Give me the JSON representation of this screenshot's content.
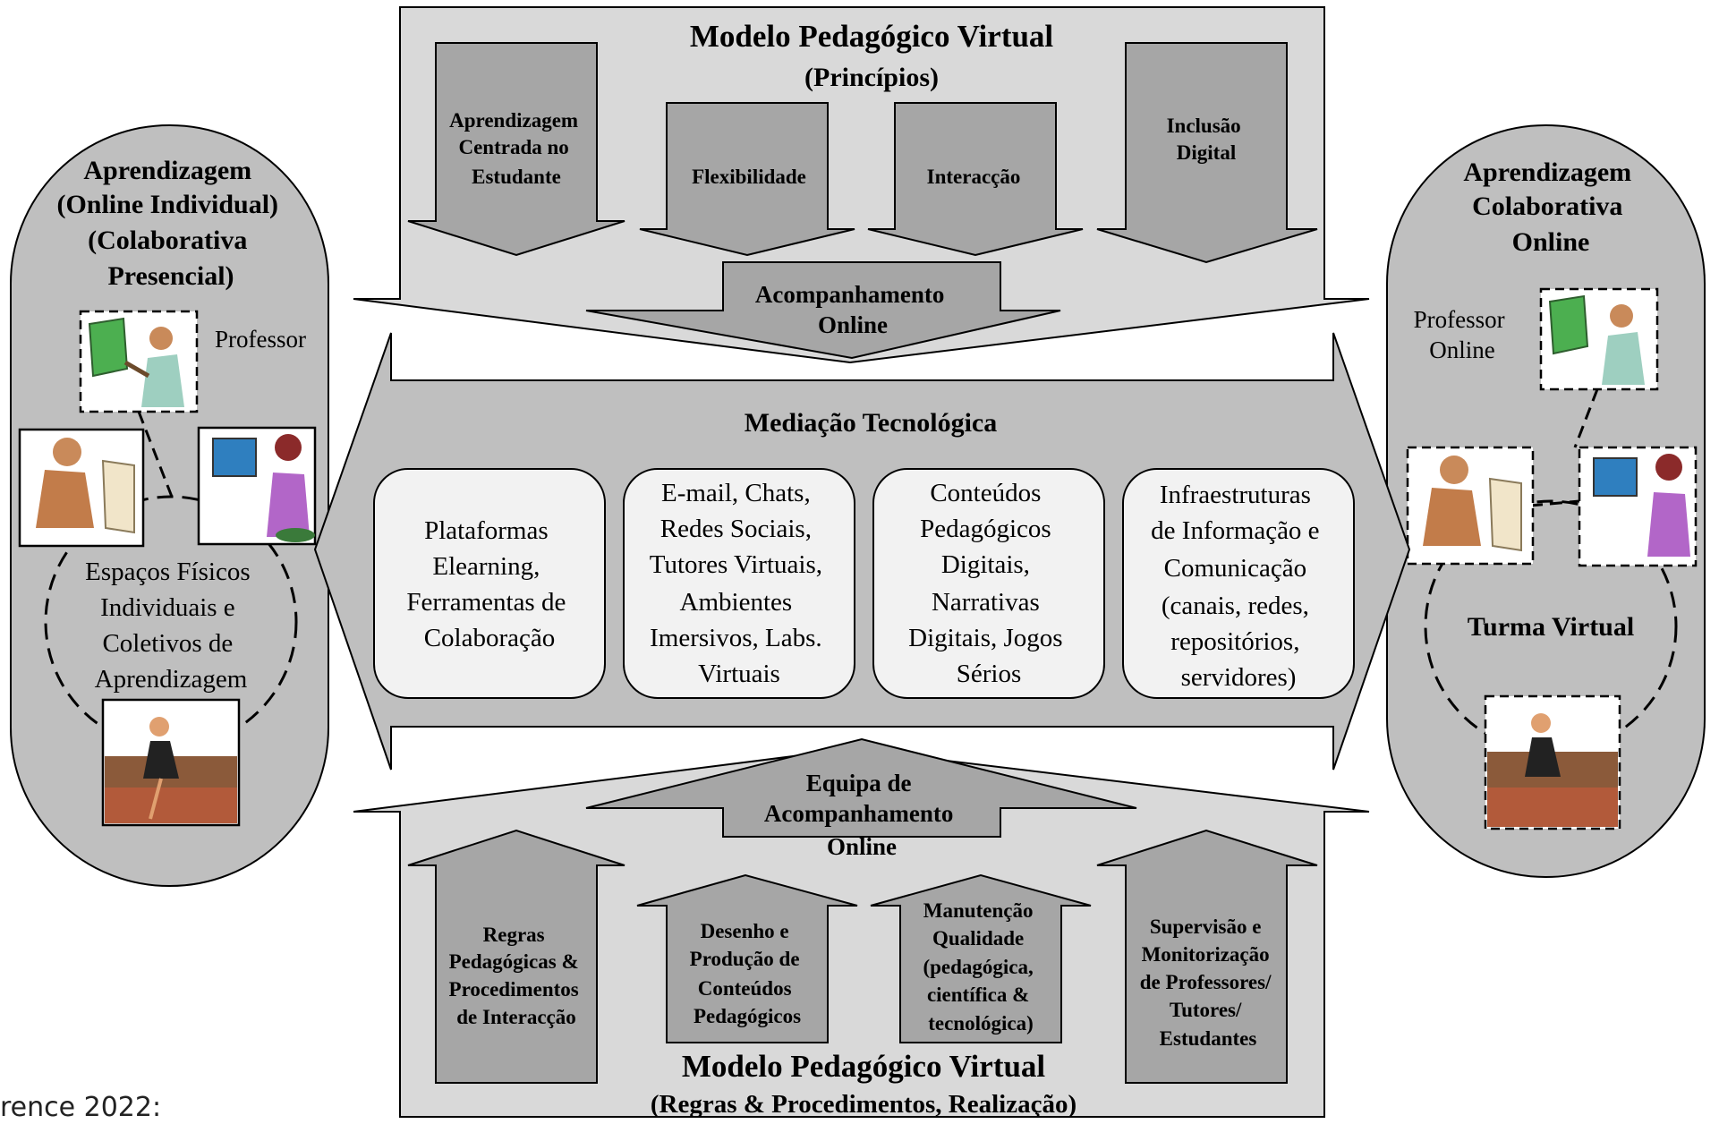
{
  "top_model": {
    "title": "Modelo Pedagógico Virtual",
    "subtitle": "(Princípios)",
    "principles": [
      [
        "Aprendizagem",
        "Centrada no",
        "Estudante"
      ],
      [
        "Flexibilidade"
      ],
      [
        "Interacção"
      ],
      [
        "Inclusão",
        "Digital"
      ]
    ],
    "center": [
      "Acompanhamento",
      "Online"
    ]
  },
  "left_panel": {
    "title": [
      "Aprendizagem",
      "(Online Individual)",
      "(Colaborativa",
      "Presencial)"
    ],
    "professor_label": "Professor",
    "circle_text": [
      "Espaços Físicos",
      "Individuais e",
      "Coletivos de",
      "Aprendizagem"
    ]
  },
  "right_panel": {
    "title": [
      "Aprendizagem",
      "Colaborativa",
      "Online"
    ],
    "professor_label": [
      "Professor",
      "Online"
    ],
    "circle_text": "Turma Virtual"
  },
  "mediation": {
    "title": "Mediação Tecnológica",
    "boxes": [
      [
        "Plataformas",
        "Elearning,",
        "Ferramentas de",
        "Colaboração"
      ],
      [
        "E-mail, Chats,",
        "Redes Sociais,",
        "Tutores Virtuais,",
        "Ambientes",
        "Imersivos, Labs.",
        "Virtuais"
      ],
      [
        "Conteúdos",
        "Pedagógicos",
        "Digitais,",
        "Narrativas",
        "Digitais, Jogos",
        "Sérios"
      ],
      [
        "Infraestruturas",
        "de Informação e",
        "Comunicação",
        "(canais, redes,",
        "repositórios,",
        "servidores)"
      ]
    ]
  },
  "bottom_model": {
    "title": "Modelo Pedagógico Virtual",
    "subtitle": "(Regras & Procedimentos, Realização)",
    "center": [
      "Equipa de",
      "Acompanhamento",
      "Online"
    ],
    "items": [
      [
        "Regras",
        "Pedagógicas &",
        "Procedimentos",
        "de Interacção"
      ],
      [
        "Desenho e",
        "Produção de",
        "Conteúdos",
        "Pedagógicos"
      ],
      [
        "Manutenção",
        "Qualidade",
        "(pedagógica,",
        "científica &",
        "tecnológica)"
      ],
      [
        "Supervisão e",
        "Monitorização",
        "de Professores/",
        "Tutores/",
        "Estudantes"
      ]
    ]
  },
  "footer": "rence 2022:",
  "colors": {
    "panel": "#bfbfbf",
    "arrow": "#a6a6a6",
    "light": "#d9d9d9",
    "box": "#f2f2f2"
  }
}
